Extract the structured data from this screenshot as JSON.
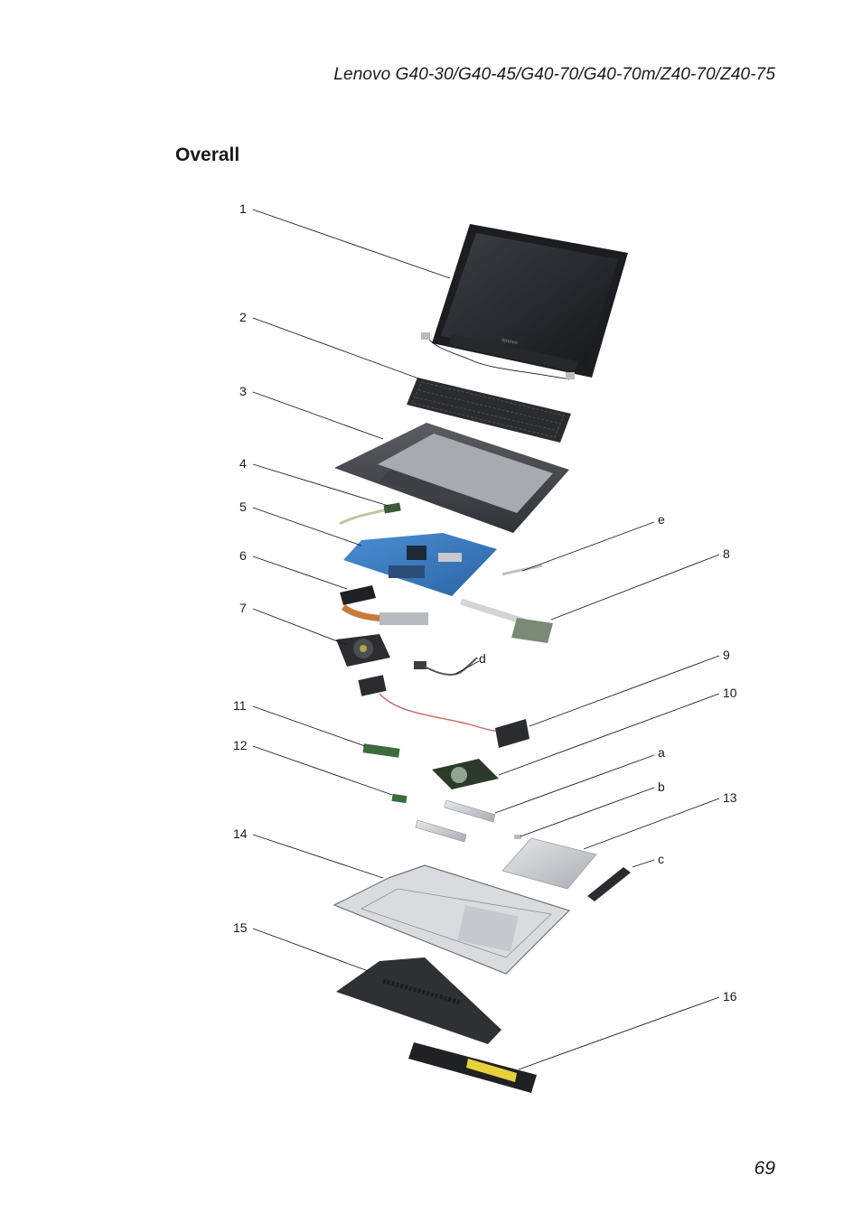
{
  "header": {
    "model_title": "Lenovo G40-30/G40-45/G40-70/G40-70m/Z40-70/Z40-75"
  },
  "section": {
    "title": "Overall"
  },
  "callouts": {
    "c1": "1",
    "c2": "2",
    "c3": "3",
    "c4": "4",
    "c5": "5",
    "c6": "6",
    "c7": "7",
    "c8": "8",
    "c9": "9",
    "c10": "10",
    "c11": "11",
    "c12": "12",
    "c13": "13",
    "c14": "14",
    "c15": "15",
    "c16": "16",
    "ca": "a",
    "cb": "b",
    "cc": "c",
    "cd": "d",
    "ce": "e"
  },
  "lcd": {
    "brand_text": "lenovo"
  },
  "footer": {
    "page_number": "69"
  },
  "colors": {
    "motherboard": "#3a7cc0",
    "heatpipe": "#c77a3a",
    "battery_label": "#e8d23a"
  }
}
